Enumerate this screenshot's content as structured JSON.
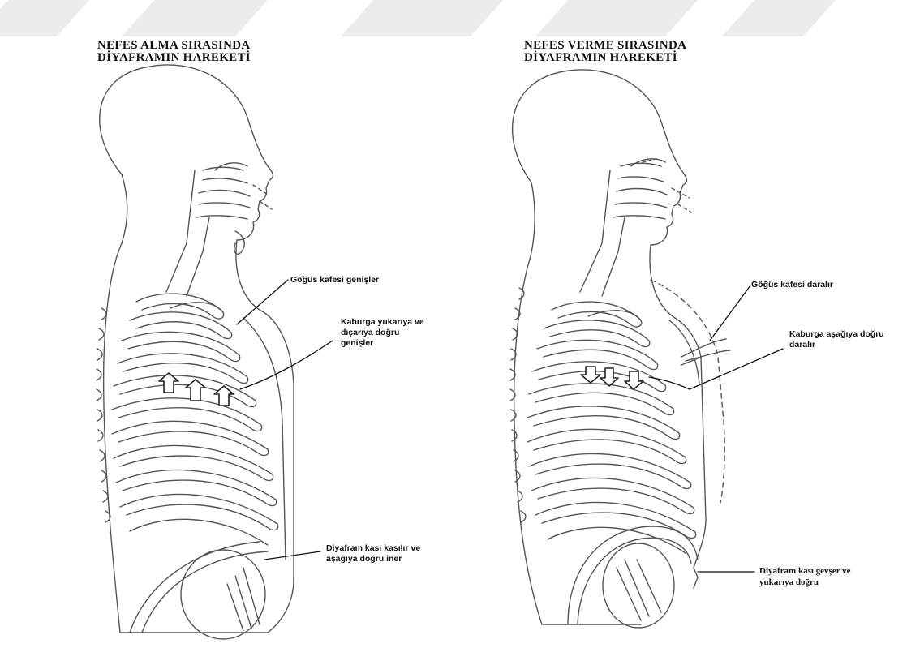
{
  "colors": {
    "background": "#ffffff",
    "ink": "#555555",
    "watermark": "#ececec"
  },
  "left_panel": {
    "title_line1": "NEFES ALMA SIRASINDA",
    "title_line2": "DİYAFRAMIN HAREKETİ",
    "label_chest": "Göğüs kafesi genişler",
    "label_rib_line1": "Kaburga yukarıya ve",
    "label_rib_line2": "dışarıya doğru",
    "label_rib_line3": "genişler",
    "label_diaphragm_line1": "Diyafram kası kasılır ve",
    "label_diaphragm_line2": "aşağıya doğru iner"
  },
  "right_panel": {
    "title_line1": "NEFES VERME SIRASINDA",
    "title_line2": "DİYAFRAMIN HAREKETİ",
    "label_chest": "Göğüs kafesi daralır",
    "label_rib_line1": "Kaburga aşağıya doğru",
    "label_rib_line2": "daralır",
    "label_diaphragm_line1": "Diyafram kası gevşer ve",
    "label_diaphragm_line2": "yukarıya doğru"
  }
}
